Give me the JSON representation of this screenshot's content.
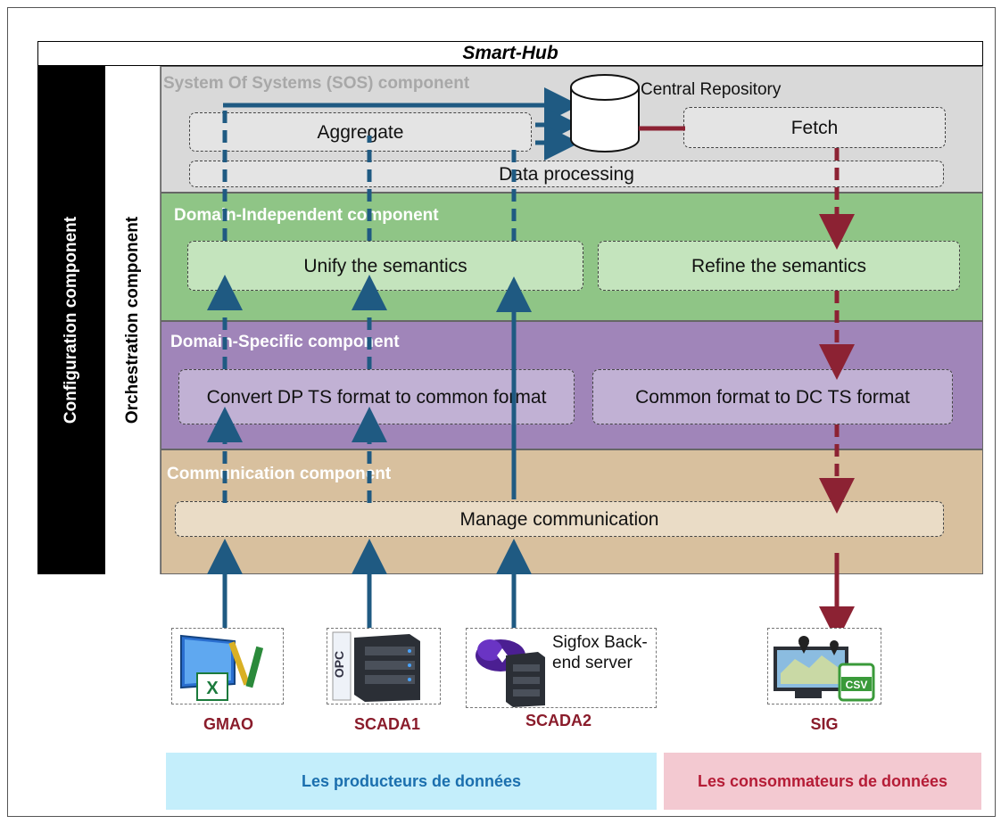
{
  "title": "Smart-Hub",
  "side": {
    "configuration": "Configuration component",
    "orchestration": "Orchestration component"
  },
  "layers": {
    "sos": {
      "label": "System Of Systems (SOS) component",
      "aggregate": "Aggregate",
      "repository": "Central Repository",
      "fetch": "Fetch",
      "processing": "Data processing"
    },
    "independent": {
      "label": "Domain-Independent component",
      "unify": "Unify the semantics",
      "refine": "Refine the semantics"
    },
    "specific": {
      "label": "Domain-Specific component",
      "convert": "Convert DP TS format to common format",
      "common": "Common format to DC TS format"
    },
    "communication": {
      "label": "Communication component",
      "manage": "Manage communication"
    }
  },
  "sources": {
    "gmao": "GMAO",
    "scada1": "SCADA1",
    "scada2": "SCADA2",
    "sigfox": "Sigfox Back-end server",
    "sig": "SIG",
    "opc_text": "OPC",
    "csv_text": "CSV",
    "excel_text": "X"
  },
  "legend": {
    "producers": "Les producteurs de données",
    "consumers": "Les consommateurs de données"
  },
  "colors": {
    "sos": "#d9d9d9",
    "independent": "#8fc586",
    "specific": "#a085b9",
    "communication": "#d8c09e",
    "arrow_up": "#1f5a82",
    "arrow_down": "#8c2233",
    "producers_bg": "#c4eefb",
    "producers_text": "#1b6fae",
    "consumers_bg": "#f3c9d1",
    "consumers_text": "#b51c36",
    "source_label": "#8a1c2b"
  }
}
